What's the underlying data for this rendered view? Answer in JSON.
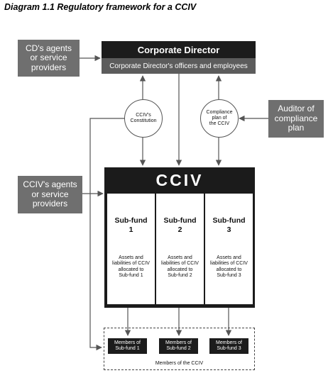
{
  "title": "Diagram 1.1 Regulatory framework for a CCIV",
  "corporate_director": {
    "name": "Corporate Director",
    "officers": "Corporate Director's officers and employees"
  },
  "cd_agents": [
    "CD's agents",
    "or service",
    "providers"
  ],
  "auditor": [
    "Auditor of",
    "compliance",
    "plan"
  ],
  "cciv_agents": [
    "CCIV's agents",
    "or service",
    "providers"
  ],
  "constitution": [
    "CCIV's",
    "Constitution"
  ],
  "compliance_plan": [
    "Compliance",
    "plan of",
    "the CCIV"
  ],
  "cciv": {
    "name": "CCIV"
  },
  "subfunds": [
    {
      "name": [
        "Sub-fund",
        "1"
      ],
      "desc": [
        "Assets and",
        "liabilities of CCIV",
        "allocated to",
        "Sub-fund 1"
      ]
    },
    {
      "name": [
        "Sub-fund",
        "2"
      ],
      "desc": [
        "Assets and",
        "liabilities of CCIV",
        "allocated to",
        "Sub-fund 2"
      ]
    },
    {
      "name": [
        "Sub-fund",
        "3"
      ],
      "desc": [
        "Assets and",
        "liabilities of CCIV",
        "allocated to",
        "Sub-fund 3"
      ]
    }
  ],
  "members": [
    [
      "Members of",
      "Sub-fund 1"
    ],
    [
      "Members of",
      "Sub-fund 2"
    ],
    [
      "Members of",
      "Sub-fund 3"
    ]
  ],
  "members_label": "Members of the CCIV",
  "colors": {
    "dark": "#1c1c1c",
    "gray": "#6f6f6f",
    "band": "#5c5c5c",
    "line": "#555555"
  }
}
